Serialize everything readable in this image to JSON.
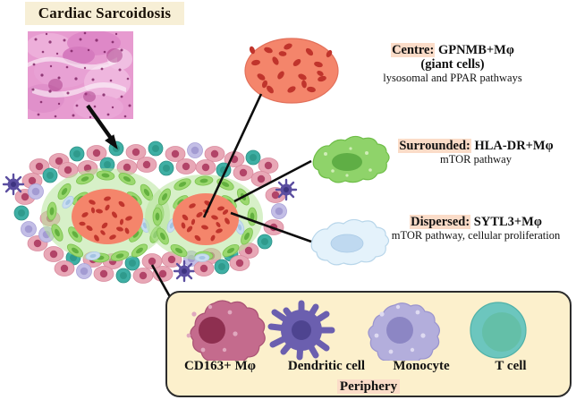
{
  "title": "Cardiac Sarcoidosis",
  "histology": {
    "caption": ""
  },
  "annotations": {
    "centre": {
      "label": "Centre:",
      "marker": "GPNMB+Mφ",
      "subtitle": "(giant cells)",
      "pathways": "lysosomal and PPAR pathways"
    },
    "surrounded": {
      "label": "Surrounded:",
      "marker": "HLA-DR+Mφ",
      "pathways": "mTOR pathway"
    },
    "dispersed": {
      "label": "Dispersed:",
      "marker": "SYTL3+Mφ",
      "pathways": "mTOR pathway, cellular proliferation"
    }
  },
  "legend": {
    "region_label": "Periphery",
    "items": [
      {
        "name": "CD163+ Mφ",
        "icon": "macrophage-cell-icon",
        "color": "#C46B8D",
        "nucleus": "#8E2F50"
      },
      {
        "name": "Dendritic cell",
        "icon": "dendritic-cell-icon",
        "color": "#6B5FAF",
        "nucleus": "#4E4490"
      },
      {
        "name": "Monocyte",
        "icon": "monocyte-cell-icon",
        "color": "#B3AEDC",
        "nucleus": "#8C86C4"
      },
      {
        "name": "T cell",
        "icon": "t-cell-icon",
        "color": "#6CC6BE",
        "nucleus": "#64BFA8"
      }
    ]
  },
  "cell_icons": {
    "giant_cell": {
      "name": "giant-cell-icon",
      "color": "#F4856B",
      "nucleus": "#C63A2E"
    },
    "epithelioid_cell": {
      "name": "epithelioid-cell-icon",
      "color": "#8FD36A",
      "nucleus": "#5FAE45"
    },
    "dispersed_cell": {
      "name": "dispersed-cell-icon",
      "color": "#E2F1FA",
      "nucleus": "#B9D6EF"
    }
  },
  "colors": {
    "title_band": "#F7EFD6",
    "highlight": "#FBDCC8",
    "legend_box": "#FCF0CC",
    "legend_border": "#2C2C2C",
    "granuloma_center": "#F4856B",
    "epithelioid_green": "#8FD36A",
    "macrophage_pink": "#E39AAC",
    "t_cell_teal": "#34A39B",
    "dendritic_purple": "#5B4EA0",
    "monocyte_lavender": "#BDB7E0"
  }
}
